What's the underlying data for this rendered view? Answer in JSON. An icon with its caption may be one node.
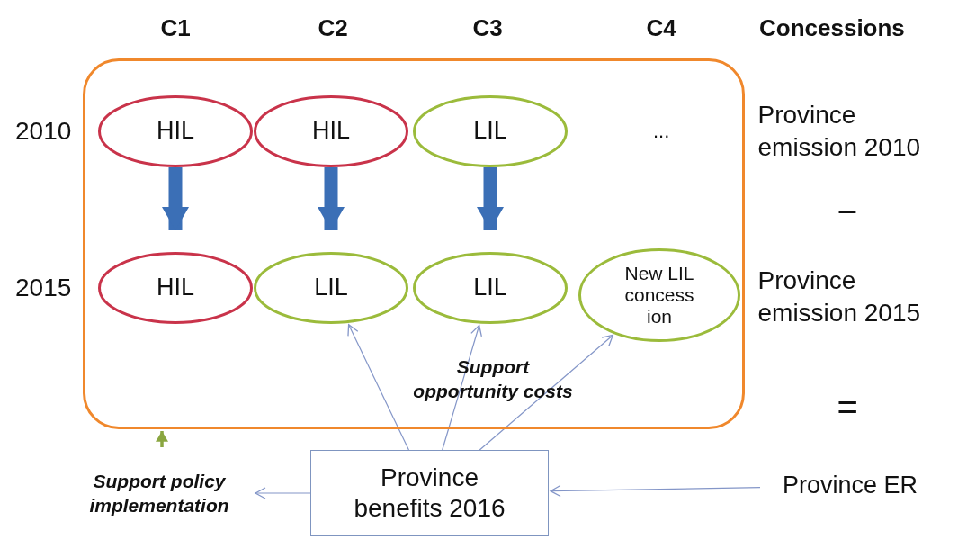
{
  "diagram": {
    "nodes": [
      {
        "text": [],
        "shape": "box"
      },
      {
        "text": [
          "HIL"
        ],
        "in": 0
      },
      {
        "text": [
          "HIL"
        ],
        "in": 0
      },
      {
        "text": [
          "LIL"
        ],
        "in": 0
      },
      {
        "text": [
          "HIL"
        ],
        "in": 0
      },
      {
        "text": [
          "LIL"
        ],
        "in": 0
      },
      {
        "text": [
          "LIL"
        ],
        "in": 0
      },
      {
        "text": [
          "New LIL concess ion"
        ],
        "in": 0
      },
      {
        "text": [
          "Province benefits 2016"
        ]
      },
      {
        "text": [
          "Support policy implementation"
        ]
      },
      {
        "text": [
          "Province ER"
        ]
      }
    ],
    "edges": [
      {
        "from": 1,
        "to": 4,
        "arrow": "to",
        "style": "thick",
        "color": "#3b6fb6"
      },
      {
        "from": 2,
        "to": 5,
        "arrow": "to",
        "style": "thick",
        "color": "#3b6fb6"
      },
      {
        "from": 3,
        "to": 6,
        "arrow": "to",
        "style": "thick",
        "color": "#3b6fb6"
      },
      {
        "from": 8,
        "to": 5,
        "arrow": "to"
      },
      {
        "from": 8,
        "to": 6,
        "arrow": "to"
      },
      {
        "from": 8,
        "to": 7,
        "arrow": "to"
      },
      {
        "from": 8,
        "to": 9,
        "arrow": "to"
      },
      {
        "from": 10,
        "to": 8,
        "arrow": "to"
      },
      {
        "from": null,
        "to": 0,
        "arrow": "to",
        "style": "thick",
        "color": "#8aa640"
      }
    ],
    "labels": [
      "C1",
      "C2",
      "C3",
      "C4",
      "Concessions",
      "2010",
      "2015",
      "...",
      "Province emission 2010",
      "–",
      "Province emission 2015",
      "=",
      "Support opportunity costs"
    ]
  }
}
